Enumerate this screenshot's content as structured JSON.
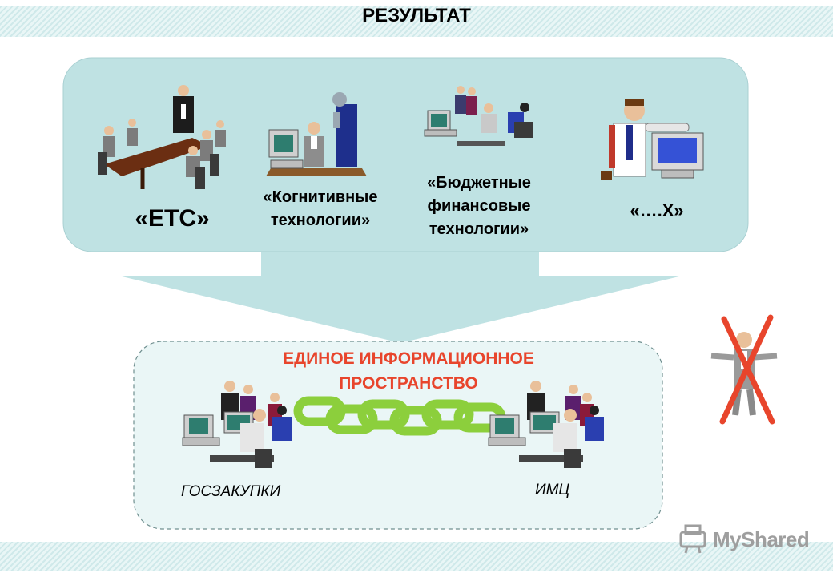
{
  "header": {
    "title": "РЕЗУЛЬТАТ"
  },
  "top_panel": {
    "items": [
      {
        "label": "«ЕТС»",
        "icon": "meeting-table-icon"
      },
      {
        "label_line1": "«Когнитивные",
        "label_line2": "технологии»",
        "icon": "computer-worker-icon"
      },
      {
        "label_line1": "«Бюджетные",
        "label_line2": "финансовые",
        "label_line3": "технологии»",
        "icon": "office-team-icon"
      },
      {
        "label": "«….Х»",
        "icon": "man-with-monitor-icon"
      }
    ]
  },
  "bottom_panel": {
    "title_line1": "ЕДИНОЕ ИНФОРМАЦИОННОЕ",
    "title_line2": "ПРОСТРАНСТВО",
    "left_label": "ГОСЗАКУПКИ",
    "right_label": "ИМЦ"
  },
  "watermark": {
    "text": "MyShared"
  },
  "colors": {
    "panel": "#bfe2e3",
    "accent_red": "#e8452c",
    "chain": "#8ccf3c"
  }
}
